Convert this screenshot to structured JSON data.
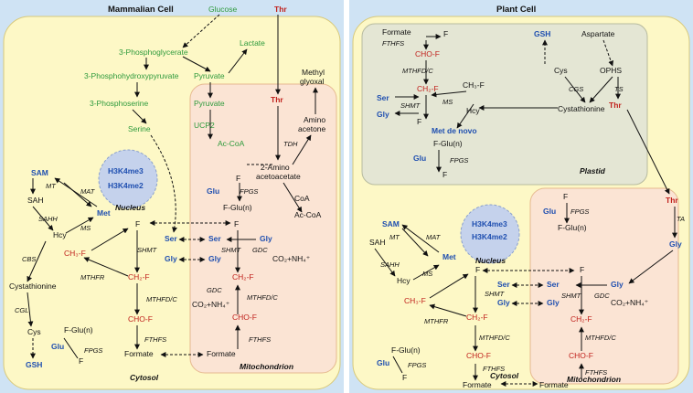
{
  "colors": {
    "metabolite_green": "#2e9a3c",
    "metabolite_blue": "#1f4fb0",
    "folate_red": "#c0211c",
    "cytosol_fill": "#fdf8c6",
    "mito_fill": "#fbe4d4",
    "plastid_fill": "#e4e6d4",
    "nucleus_fill": "#c5d2ec",
    "background": "#cfe3f4"
  },
  "mammal": {
    "title": "Mammalian Cell",
    "glucose": "Glucose",
    "thr_top": "Thr",
    "pg3": "3-Phosphoglycerate",
    "php": "3-Phosphohydroxypyruvate",
    "ps": "3-Phosphoserine",
    "serine": "Serine",
    "lactate": "Lactate",
    "pyruvate1": "Pyruvate",
    "pyruvate2": "Pyruvate",
    "ucp2": "UCP2",
    "acoa_green": "Ac-CoA",
    "methylglyoxal_1": "Methyl",
    "methylglyoxal_2": "glyoxal",
    "aminoacetone_1": "Amino",
    "aminoacetone_2": "acetone",
    "thr_mito": "Thr",
    "tdh": "TDH",
    "aab_1": "2-Amino",
    "aab_2": "acetoacetate",
    "coa": "CoA",
    "acoa": "Ac-CoA",
    "glu_m": "Glu",
    "fpgs_m": "FPGS",
    "f_m": "F",
    "fglun_m": "F-Glu(n)",
    "sam": "SAM",
    "sah": "SAH",
    "mt": "MT",
    "mat": "MAT",
    "met": "Met",
    "sahh": "SAHH",
    "ms": "MS",
    "hcy": "Hcy",
    "cbs": "CBS",
    "cystathionine": "Cystathionine",
    "cgl": "CGL",
    "cys": "Cys",
    "gsh": "GSH",
    "h3k4me3": "H3K4me3",
    "h3k4me2": "H3K4me2",
    "nucleus": "Nucleus",
    "f_c": "F",
    "ch3f": "CH₃-F",
    "mthfr": "MTHFR",
    "ch2f_c": "CH₂-F",
    "mthfdc_c": "MTHFD/C",
    "chof_c": "CHO-F",
    "formate_c": "Formate",
    "fthfs_c": "FTHFS",
    "fglun_c": "F-Glu(n)",
    "glu_c": "Glu",
    "fpgs_c": "FPGS",
    "f_c2": "F",
    "ser_c": "Ser",
    "gly_c": "Gly",
    "shmt_c": "SHMT",
    "ser_m": "Ser",
    "gly_m": "Gly",
    "shmt_m": "SHMT",
    "f_m2": "F",
    "gdc_m": "GDC",
    "co2_m": "CO₂+NH₄⁺",
    "gly_m2": "Gly",
    "ch2f_m": "CH₂-F",
    "gdc_m2": "GDC",
    "co2_m2": "CO₂+NH₄⁺",
    "mthfdc_m": "MTHFD/C",
    "chof_m": "CHO-F",
    "fthfs_m": "FTHFS",
    "formate_m": "Formate",
    "cytosol": "Cytosol",
    "mitochondrion": "Mitochondrion"
  },
  "plant": {
    "title": "Plant Cell",
    "formate_p": "Formate",
    "fthfs_p": "FTHFS",
    "f_p": "F",
    "chof_p": "CHO-F",
    "mthfdc_p": "MTHFD/C",
    "ch2f_p": "CH₂-F",
    "shmt_p": "SHMT",
    "ser_p": "Ser",
    "gly_p": "Gly",
    "f_p2": "F",
    "ms_p": "MS",
    "ch3f_p": "CH₃-F",
    "hcy_p": "Hcy",
    "met_p": "Met de novo",
    "fglun_p": "F-Glu(n)",
    "glu_p": "Glu",
    "fpgs_p": "FPGS",
    "f_p3": "F",
    "gsh_p": "GSH",
    "aspartate": "Aspartate",
    "cys_p": "Cys",
    "ophs": "OPHS",
    "cgs": "CGS",
    "ts": "TS",
    "cystathionine_p": "Cystathionine",
    "thr_p": "Thr",
    "plastid": "Plastid",
    "thr_out": "Thr",
    "ta": "TA",
    "gly_out": "Gly",
    "sam": "SAM",
    "sah": "SAH",
    "mt": "MT",
    "mat": "MAT",
    "met": "Met",
    "sahh": "SAHH",
    "ms": "MS",
    "hcy": "Hcy",
    "h3k4me3": "H3K4me3",
    "h3k4me2": "H3K4me2",
    "nucleus": "Nucleus",
    "f_c": "F",
    "ch3f": "CH₃-F",
    "mthfr": "MTHFR",
    "ch2f_c": "CH₂-F",
    "mthfdc_c": "MTHFD/C",
    "chof_c": "CHO-F",
    "fthfs_c": "FTHFS",
    "formate_c": "Formate",
    "fglun_c": "F-Glu(n)",
    "glu_c": "Glu",
    "fpgs_c": "FPGS",
    "f_c2": "F",
    "ser_c": "Ser",
    "gly_c": "Gly",
    "shmt_c": "SHMT",
    "glu_m": "Glu",
    "fpgs_m": "FPGS",
    "f_m": "F",
    "fglun_m": "F-Glu(n)",
    "f_m2": "F",
    "ser_m": "Ser",
    "gly_m": "Gly",
    "shmt_m": "SHMT",
    "gdc_m": "GDC",
    "gly_m2": "Gly",
    "co2_m": "CO₂+NH₄⁺",
    "ch2f_m": "CH₂-F",
    "mthfdc_m": "MTHFD/C",
    "chof_m": "CHO-F",
    "fthfs_m": "FTHFS",
    "formate_m": "Formate",
    "cytosol": "Cytosol",
    "mitochondrion": "Mitochondrion"
  }
}
